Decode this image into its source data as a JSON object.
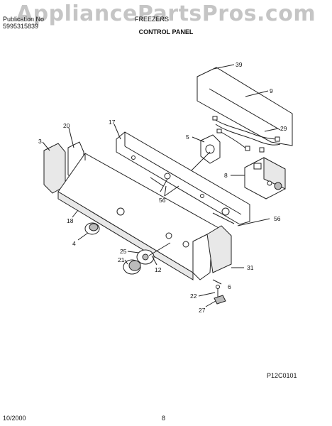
{
  "header": {
    "pub_label": "Publication No",
    "pub_number": "5995315839",
    "model_label": "FREEZERS",
    "title": "CONTROL PANEL"
  },
  "watermark": "AppliancePartsPros.com",
  "diagram_code": "P12C0101",
  "footer": {
    "date": "10/2000",
    "page": "8"
  },
  "callouts": [
    "39",
    "9",
    "20",
    "17",
    "3",
    "5",
    "29",
    "8",
    "56",
    "18",
    "4",
    "25",
    "21",
    "12",
    "6",
    "31",
    "22",
    "27",
    "56"
  ]
}
